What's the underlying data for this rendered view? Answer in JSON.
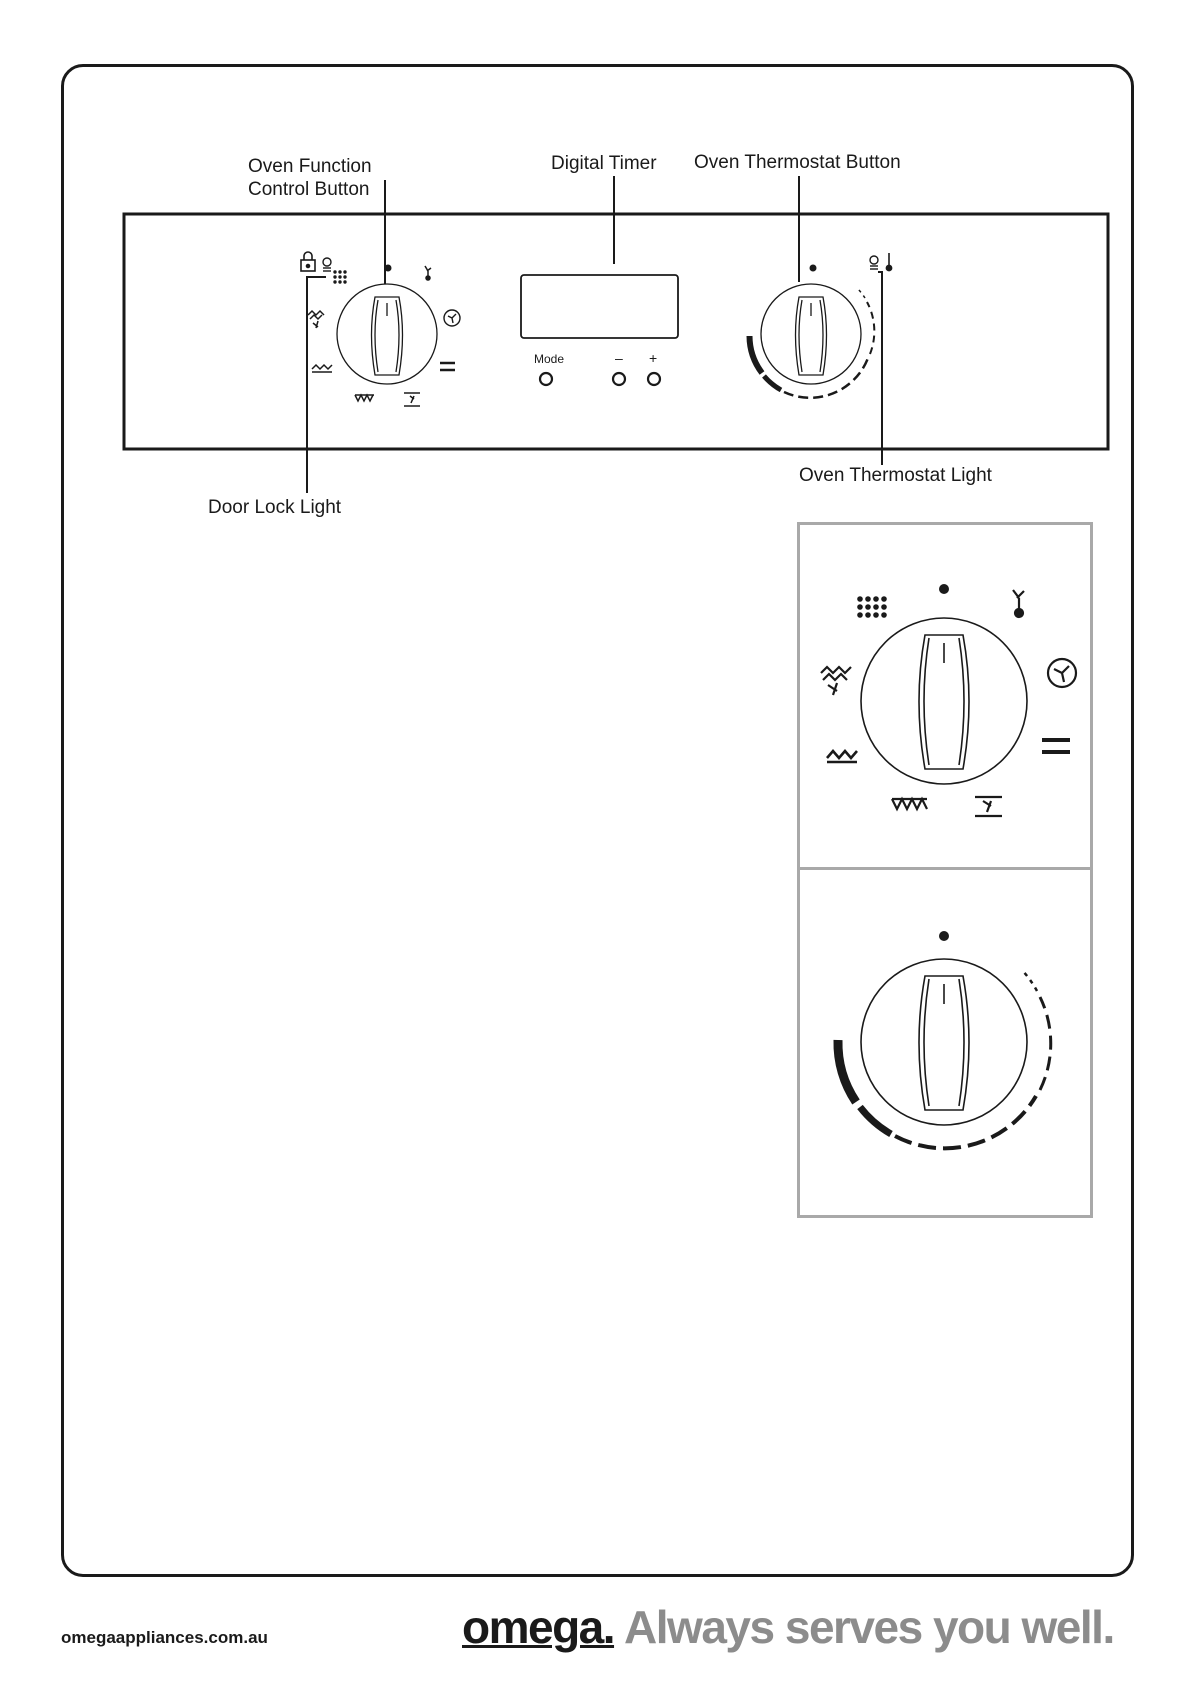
{
  "callouts": {
    "oven_function_line1": "Oven Function",
    "oven_function_line2": "Control Button",
    "digital_timer": "Digital Timer",
    "oven_thermostat_button": "Oven Thermostat Button",
    "door_lock_light": "Door Lock Light",
    "oven_thermostat_light": "Oven Thermostat Light"
  },
  "timer_buttons": {
    "mode": "Mode",
    "minus": "–",
    "plus": "+"
  },
  "function_symbols": [
    "defrost",
    "fan-grill",
    "fan",
    "conventional",
    "grill",
    "bottom-heat",
    "fan-bottom-heat",
    "fan-forced-grill",
    "lamp"
  ],
  "footer": {
    "url": "omegaappliances.com.au",
    "brand": "omega.",
    "tagline": "Always serves you well."
  },
  "colors": {
    "ink": "#1a1a1a",
    "panel_border": "#a9a9a9",
    "tagline": "#8c8c8c"
  }
}
